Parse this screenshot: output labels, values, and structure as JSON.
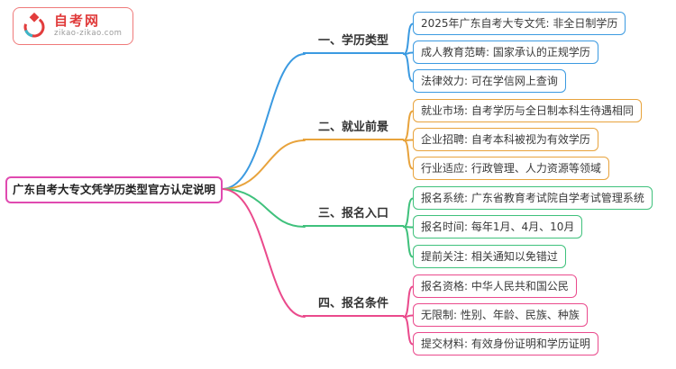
{
  "logo": {
    "site_name": "自考网",
    "site_url": "zikao-zikao.com",
    "brand_color": "#e23c3c",
    "accent_color": "#3bb7c9"
  },
  "root": {
    "text": "广东自考大专文凭学历类型官方认定说明",
    "color": "#e04ab0"
  },
  "branches": [
    {
      "label": "一、学历类型",
      "color": "#3b9ae1",
      "leaves": [
        {
          "text": "2025年广东自考大专文凭: 非全日制学历"
        },
        {
          "text": "成人教育范畴: 国家承认的正规学历"
        },
        {
          "text": "法律效力: 可在学信网上查询"
        }
      ]
    },
    {
      "label": "二、就业前景",
      "color": "#e8a33c",
      "leaves": [
        {
          "text": "就业市场: 自考学历与全日制本科生待遇相同"
        },
        {
          "text": "企业招聘: 自考本科被视为有效学历"
        },
        {
          "text": "行业适应: 行政管理、人力资源等领域"
        }
      ]
    },
    {
      "label": "三、报名入口",
      "color": "#3fc17c",
      "leaves": [
        {
          "text": "报名系统: 广东省教育考试院自学考试管理系统"
        },
        {
          "text": "报名时间: 每年1月、4月、10月"
        },
        {
          "text": "提前关注: 相关通知以免错过"
        }
      ]
    },
    {
      "label": "四、报名条件",
      "color": "#ea4a8c",
      "leaves": [
        {
          "text": "报名资格: 中华人民共和国公民"
        },
        {
          "text": "无限制: 性别、年龄、民族、种族"
        },
        {
          "text": "提交材料: 有效身份证明和学历证明"
        }
      ]
    }
  ]
}
